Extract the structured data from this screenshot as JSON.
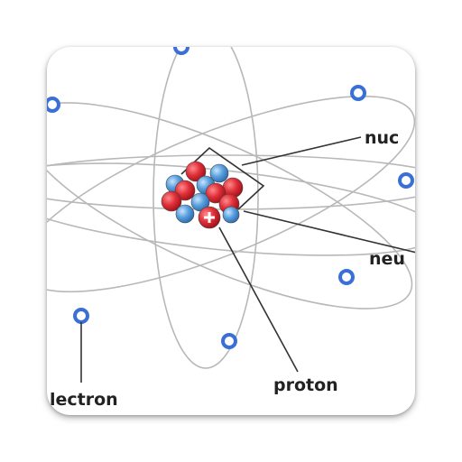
{
  "labels": {
    "nucleus": "nuc",
    "neutron": "neu",
    "proton": "proton",
    "electron": "lectron"
  },
  "colors": {
    "orbit": "#b8b8b8",
    "electron": "#3a6fd8",
    "proton": "#e0303a",
    "neutron": "#5aa0dc",
    "leader_line": "#333333"
  },
  "icons": {
    "proton_charge": "plus-sign"
  }
}
